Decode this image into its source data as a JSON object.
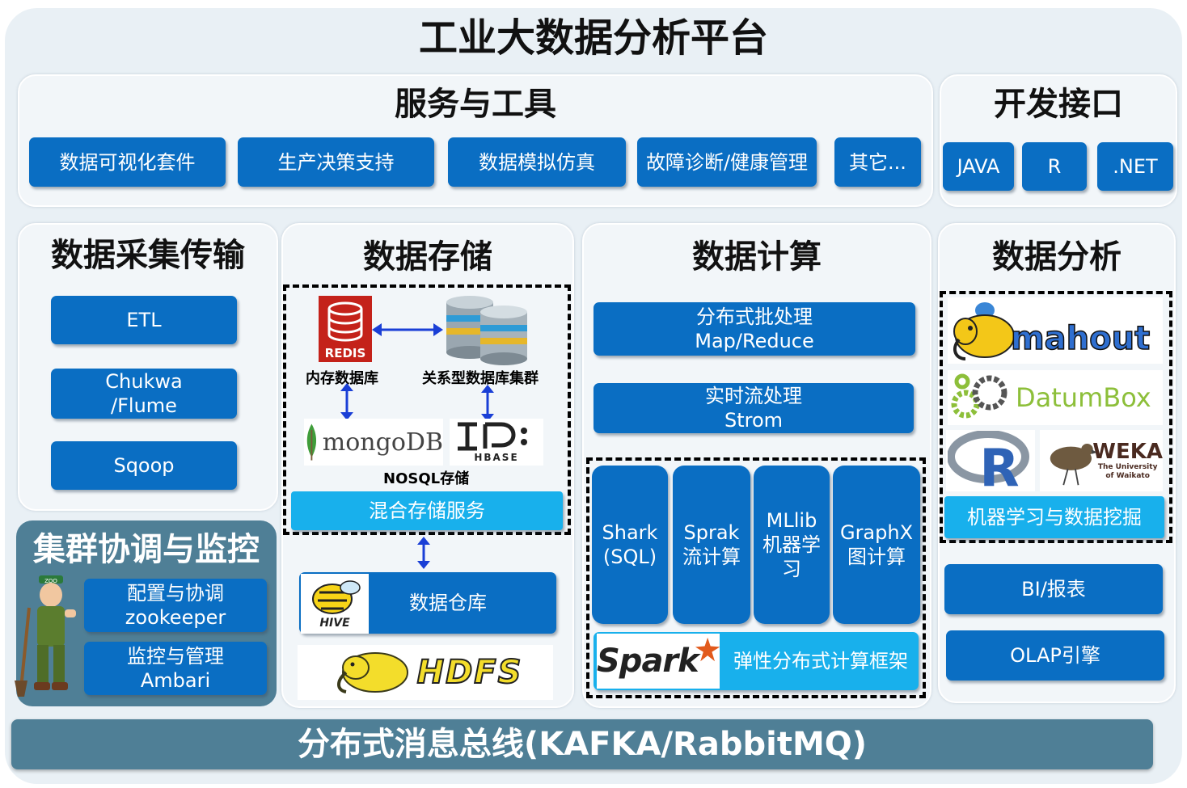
{
  "title": "工业大数据分析平台",
  "services": {
    "heading": "服务与工具",
    "items": [
      "数据可视化套件",
      "生产决策支持",
      "数据模拟仿真",
      "故障诊断/健康管理",
      "其它..."
    ]
  },
  "dev_interface": {
    "heading": "开发接口",
    "items": [
      "JAVA",
      "R",
      ".NET"
    ]
  },
  "collection": {
    "heading": "数据采集传输",
    "items": [
      "ETL",
      "Chukwa\n/Flume",
      "Sqoop"
    ]
  },
  "cluster": {
    "heading": "集群协调与监控",
    "items": [
      "配置与协调\nzookeeper",
      "监控与管理\nAmbari"
    ],
    "mascot_badge": "ZOO"
  },
  "storage": {
    "heading": "数据存储",
    "redis_logo": "REDIS",
    "memory_db": "内存数据库",
    "relational_cluster": "关系型数据库集群",
    "mongodb_logo": "mongoDB",
    "hbase_logo": "HBASE",
    "nosql": "NOSQL存储",
    "hybrid": "混合存储服务",
    "warehouse": "数据仓库",
    "hive_logo": "HIVE",
    "hdfs_logo": "HDFS"
  },
  "compute": {
    "heading": "数据计算",
    "batch": "分布式批处理\nMap/Reduce",
    "stream": "实时流处理\nStrom",
    "modules": [
      "Shark\n(SQL)",
      "Sprak\n流计算",
      "MLlib\n机器学习",
      "GraphX\n图计算"
    ],
    "spark_logo": "Spark",
    "spark_framework": "弹性分布式计算框架"
  },
  "analysis": {
    "heading": "数据分析",
    "mahout_logo": "mahout",
    "datumbox_logo": "DatumBox",
    "r_logo": "R",
    "weka_logo": "WEKA",
    "weka_sub1": "The University",
    "weka_sub2": "of Waikato",
    "ml": "机器学习与数据挖掘",
    "bi": "BI/报表",
    "olap": "OLAP引擎"
  },
  "bus": "分布式消息总线(KAFKA/RabbitMQ)",
  "colors": {
    "button": "#0a6ec3",
    "button_light": "#18b0ec",
    "bus": "#4f7f96",
    "arrow": "#1a3fd6",
    "cluster_panel": "#4f7f96"
  }
}
